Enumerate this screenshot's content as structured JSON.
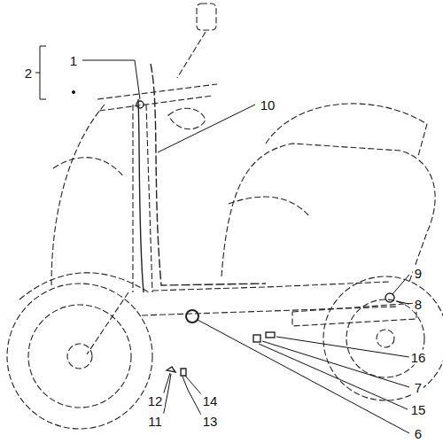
{
  "diagram": {
    "labels": [
      "2",
      "1",
      "10",
      "9",
      "8",
      "16",
      "7",
      "15",
      "6",
      "12",
      "11",
      "14",
      "13"
    ]
  }
}
